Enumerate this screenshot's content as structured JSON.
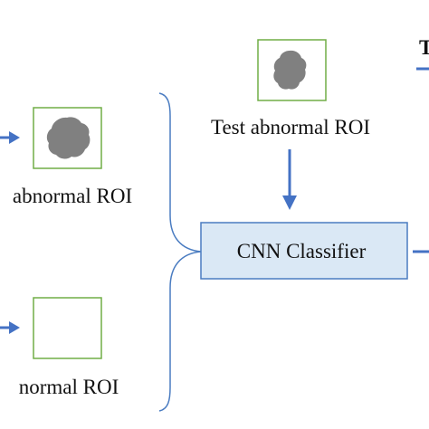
{
  "labels": {
    "test_abnormal_roi": "Test abnormal ROI",
    "abnormal_roi": "abnormal ROI",
    "normal_roi": "normal ROI",
    "cnn_classifier": "CNN Classifier",
    "partial_heading": "T"
  },
  "colors": {
    "arrow": "#4472c4",
    "roi_border": "#70ad47",
    "classifier_fill": "#dae8f5",
    "classifier_border": "#4a7cc1",
    "brace": "#4a7cc1",
    "lesion": "#808080"
  }
}
